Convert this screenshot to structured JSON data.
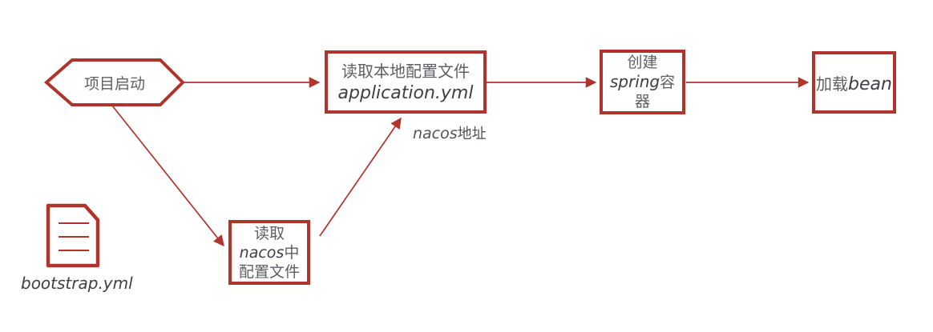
{
  "colors": {
    "accent": "#b0342c",
    "cjk_text": "#5e5e64",
    "latin_text": "#3e3e46",
    "edge_label_text": "#55504d"
  },
  "nodes": {
    "start": {
      "label": "项目启动"
    },
    "local_config": {
      "line1": "读取本地配置文件",
      "line2": "application.yml"
    },
    "spring_container": {
      "line1": "创建",
      "line2_latin": "spring",
      "line2_cjk": "容",
      "line3": "器"
    },
    "load_bean": {
      "cjk": "加载",
      "latin": "bean"
    },
    "nacos_config": {
      "line1": "读取",
      "line2_latin": "nacos",
      "line2_cjk": "中",
      "line3": "配置文件"
    }
  },
  "edge_label": {
    "latin": "nacos",
    "cjk": "地址"
  },
  "file_icon": {
    "label": "bootstrap.yml"
  }
}
